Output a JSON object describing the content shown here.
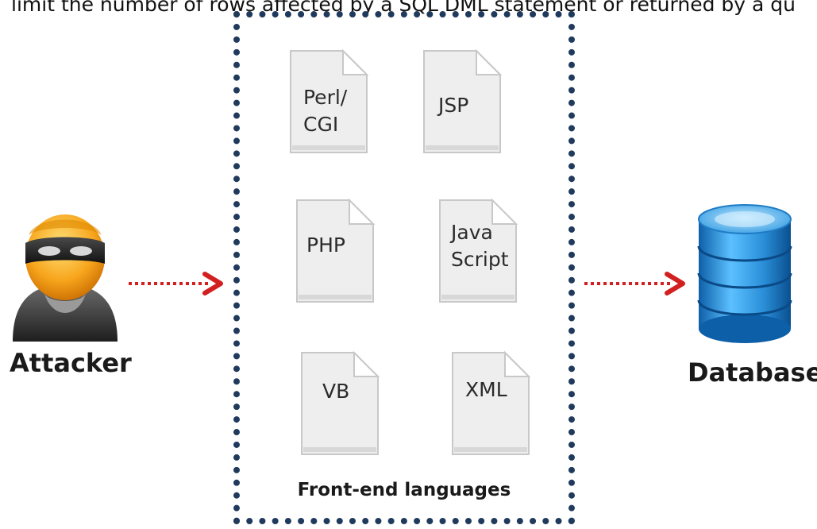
{
  "caption": "limit the number of rows affected by a SQL DML statement or returned by a qu",
  "attacker": {
    "label": "Attacker",
    "icon": "masked-person-icon"
  },
  "database": {
    "label": "Database",
    "icon": "database-cylinder-icon"
  },
  "frontend": {
    "caption": "Front-end languages",
    "files": [
      {
        "label": "Perl/\nCGI",
        "icon": "document-icon"
      },
      {
        "label": "JSP",
        "icon": "document-icon"
      },
      {
        "label": "PHP",
        "icon": "document-icon"
      },
      {
        "label": "Java\nScript",
        "icon": "document-icon"
      },
      {
        "label": "VB",
        "icon": "document-icon"
      },
      {
        "label": "XML",
        "icon": "document-icon"
      }
    ]
  },
  "colors": {
    "frame": "#1f3a5c",
    "arrow": "#d21f1f",
    "database": "#2a8fd8",
    "attacker_face": "#f7a51c"
  }
}
